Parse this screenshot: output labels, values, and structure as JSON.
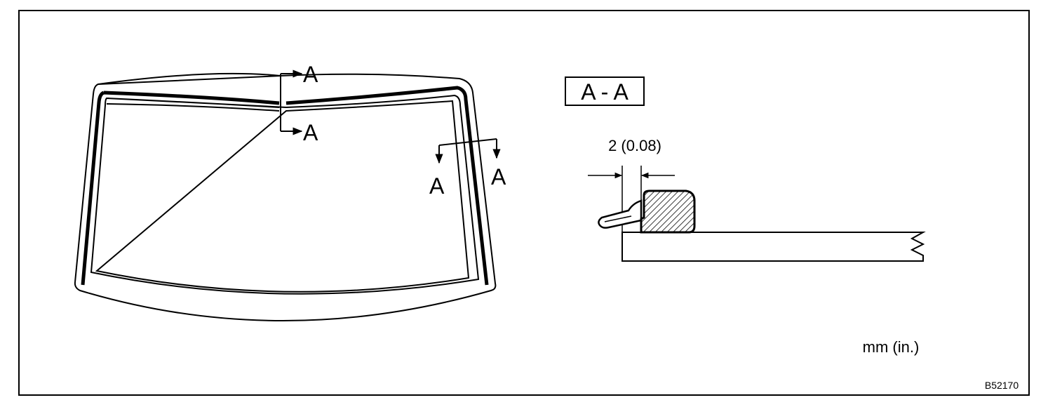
{
  "windshield": {
    "cut_top_label_1": "A",
    "cut_top_label_2": "A",
    "cut_side_label_1": "A",
    "cut_side_label_2": "A"
  },
  "section": {
    "title": "A - A",
    "dimension": "2 (0.08)"
  },
  "units": "mm (in.)",
  "figure_id": "B52170"
}
